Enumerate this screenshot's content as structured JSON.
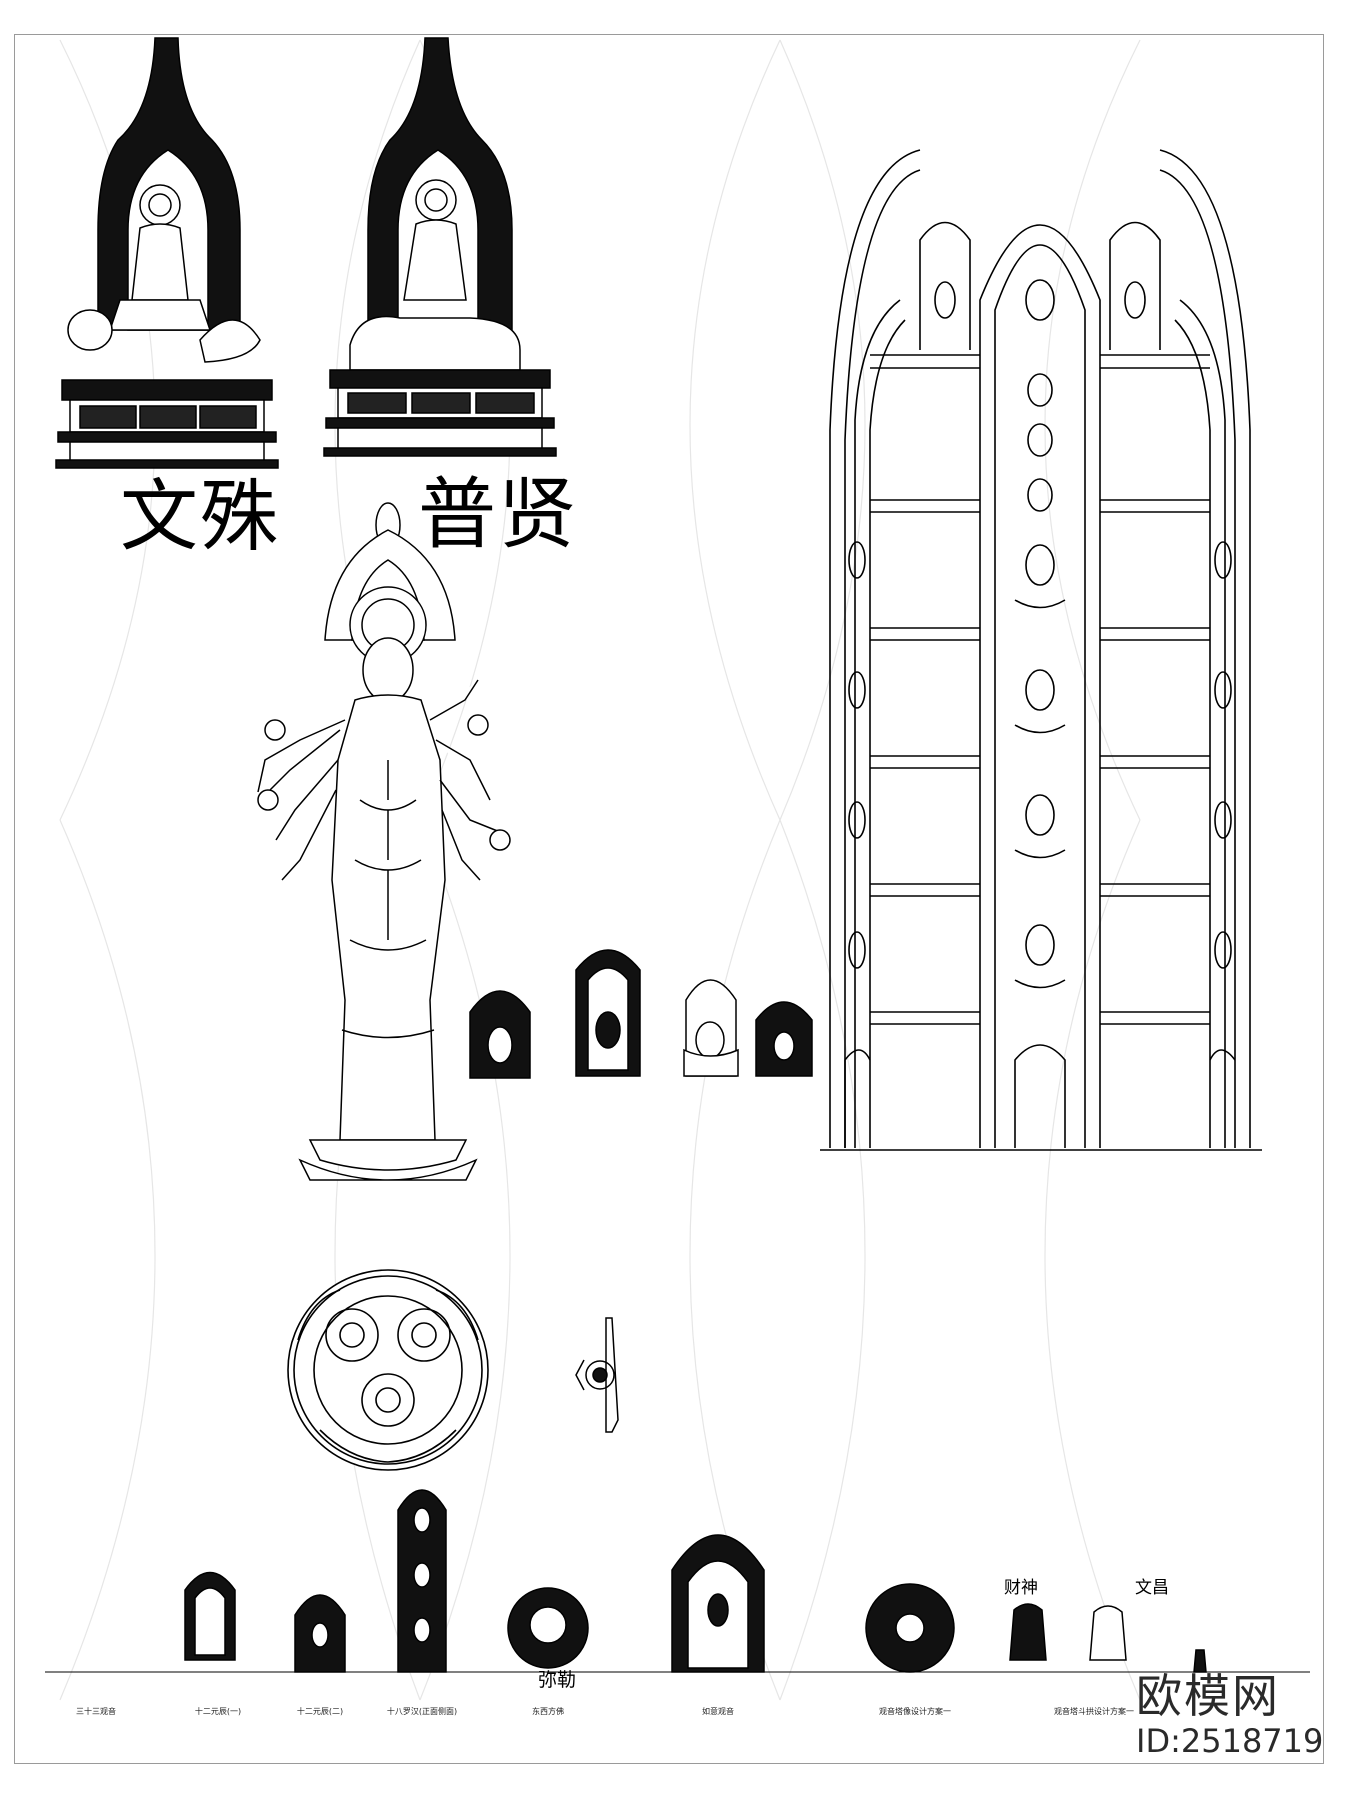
{
  "labels": {
    "manjushri": "文殊",
    "samantabhadra": "普贤",
    "maitreya": "弥勒",
    "caishen": "财神",
    "wenchang": "文昌"
  },
  "captions": [
    "三十三观音",
    "十二元辰(一)",
    "十二元辰(二)",
    "十八罗汉(正面侧面)",
    "东西方佛",
    "如意观音",
    "观音塔像设计方案一",
    "观音塔斗拱设计方案一"
  ],
  "brand": {
    "name": "欧模网",
    "id": "ID:2518719"
  },
  "colors": {
    "line": "#000000",
    "frame": "#9a9a9a",
    "watermark": "#d8d8d8"
  }
}
